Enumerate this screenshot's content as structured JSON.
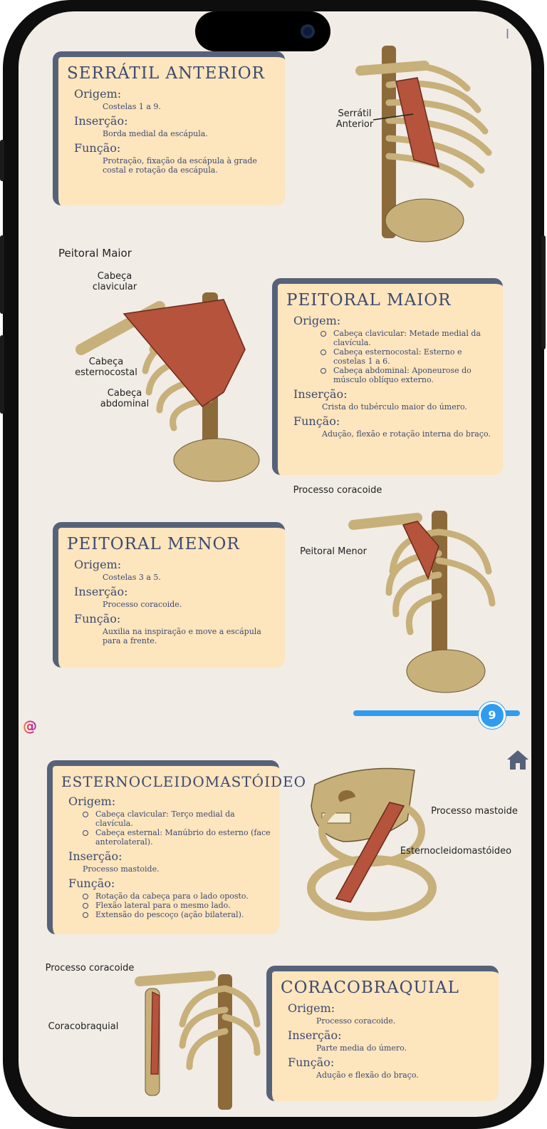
{
  "cards": {
    "serratil": {
      "title": "SERRÁTIL ANTERIOR",
      "origem_label": "Origem:",
      "origem": "Costelas 1 a 9.",
      "insercao_label": "Inserção:",
      "insercao": "Borda medial da escápula.",
      "funcao_label": "Função:",
      "funcao": "Protração, fixação da escápula à grade costal e rotação da escápula."
    },
    "peitoral_maior": {
      "title": "PEITORAL MAIOR",
      "origem_label": "Origem:",
      "origem": [
        "Cabeça clavicular: Metade medial da clavícula.",
        "Cabeça esternocostal: Esterno e costelas 1 a 6.",
        "Cabeça abdominal: Aponeurose do músculo oblíquo externo."
      ],
      "insercao_label": "Inserção:",
      "insercao": "Crista do tubérculo maior do úmero.",
      "funcao_label": "Função:",
      "funcao": "Adução, flexão e rotação interna do braço."
    },
    "peitoral_menor": {
      "title": "PEITORAL MENOR",
      "origem_label": "Origem:",
      "origem": "Costelas 3 a 5.",
      "insercao_label": "Inserção:",
      "insercao": "Processo coracoide.",
      "funcao_label": "Função:",
      "funcao": "Auxilia na inspiração e move a escápula para a frente."
    },
    "ecm": {
      "title": "ESTERNOCLEIDOMASTÓIDEO",
      "origem_label": "Origem:",
      "origem": [
        "Cabeça clavicular: Terço medial da clavícula.",
        "Cabeça esternal: Manúbrio do esterno (face anterolateral)."
      ],
      "insercao_label": "Inserção:",
      "insercao": "Processo mastoide.",
      "funcao_label": "Função:",
      "funcao": [
        "Rotação da cabeça para o lado oposto.",
        "Flexão lateral para o mesmo lado.",
        "Extensão do pescoço (ação bilateral)."
      ]
    },
    "coracobraquial": {
      "title": "CORACOBRAQUIAL",
      "origem_label": "Origem:",
      "origem": "Processo coracoide.",
      "insercao_label": "Inserção:",
      "insercao": "Parte media do úmero.",
      "funcao_label": "Função:",
      "funcao": "Adução e flexão do braço."
    }
  },
  "labels": {
    "serratil": "Serrátil Anterior",
    "peitoral_maior_heading": "Peitoral Maior",
    "cabeca_clavicular": "Cabeça clavicular",
    "cabeca_esternocostal": "Cabeça esternocostal",
    "cabeca_abdominal": "Cabeça abdominal",
    "processo_coracoide_1": "Processo coracoide",
    "peitoral_menor": "Peitoral Menor",
    "processo_mastoide": "Processo mastoide",
    "esternocleidomastoideo": "Esternocleidomastóideo",
    "processo_coracoide_2": "Processo coracoide",
    "coracobraquial": "Coracobraquial"
  },
  "page_slider": {
    "value": "9",
    "fraction": 0.85
  },
  "icons": {
    "at": "@",
    "home": "home-icon"
  },
  "colors": {
    "card_bg": "#fde5bd",
    "card_border": "#56627a",
    "text": "#3c4a72",
    "accent": "#2f9cf0",
    "muscle": "#b5533c",
    "bone": "#c8b07a"
  }
}
